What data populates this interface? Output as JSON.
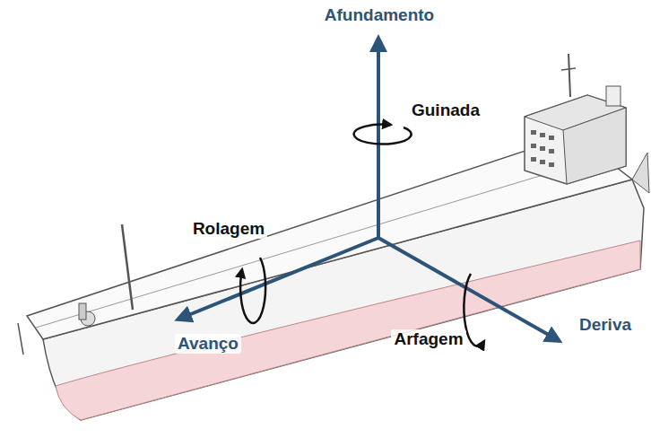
{
  "diagram": {
    "labels": [
      "Afundamento",
      "Guinada",
      "Rolagem",
      "Avanço",
      "Arfagem",
      "Deriva"
    ]
  }
}
